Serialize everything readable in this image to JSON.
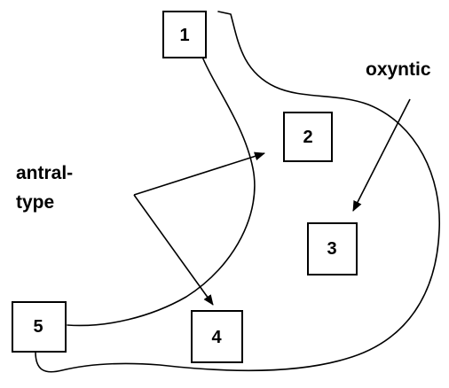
{
  "boxes": {
    "box1": "1",
    "box2": "2",
    "box3": "3",
    "box4": "4",
    "box5": "5"
  },
  "labels": {
    "oxyntic": "oxyntic",
    "antral_line1": "antral-",
    "antral_line2": "type"
  }
}
